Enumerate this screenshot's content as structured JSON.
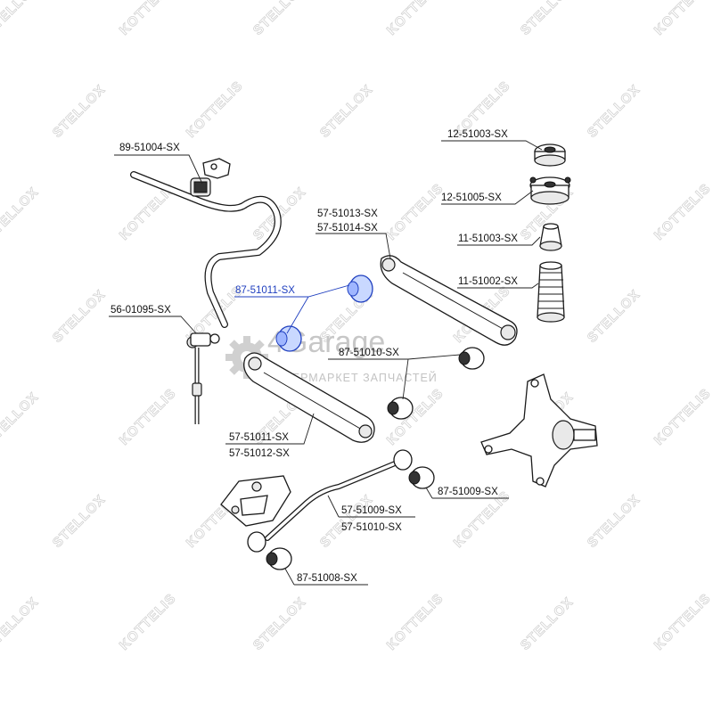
{
  "watermark": {
    "brand_a": "STELLOX",
    "brand_b": "KOTTELIS",
    "color": "#d2d2d2"
  },
  "logo": {
    "name": "4Garage",
    "tagline": "ГИПЕРМАРКЕТ ЗАПЧАСТЕЙ",
    "color": "#c5c5c5"
  },
  "highlight_color": "#1f3fbf",
  "labels": [
    {
      "id": "p89-51004",
      "lines": [
        "89-51004-SX"
      ],
      "highlight": false
    },
    {
      "id": "p12-51003",
      "lines": [
        "12-51003-SX"
      ],
      "highlight": false
    },
    {
      "id": "p12-51005",
      "lines": [
        "12-51005-SX"
      ],
      "highlight": false
    },
    {
      "id": "p57-51013",
      "lines": [
        "57-51013-SX",
        "57-51014-SX"
      ],
      "highlight": false
    },
    {
      "id": "p11-51003",
      "lines": [
        "11-51003-SX"
      ],
      "highlight": false
    },
    {
      "id": "p11-51002",
      "lines": [
        "11-51002-SX"
      ],
      "highlight": false
    },
    {
      "id": "p87-51011",
      "lines": [
        "87-51011-SX"
      ],
      "highlight": true
    },
    {
      "id": "p56-01095",
      "lines": [
        "56-01095-SX"
      ],
      "highlight": false
    },
    {
      "id": "p87-51010",
      "lines": [
        "87-51010-SX"
      ],
      "highlight": false
    },
    {
      "id": "p57-51011",
      "lines": [
        "57-51011-SX",
        "57-51012-SX"
      ],
      "highlight": false
    },
    {
      "id": "p87-51009",
      "lines": [
        "87-51009-SX"
      ],
      "highlight": false
    },
    {
      "id": "p57-51009",
      "lines": [
        "57-51009-SX",
        "57-51010-SX"
      ],
      "highlight": false
    },
    {
      "id": "p87-51008",
      "lines": [
        "87-51008-SX"
      ],
      "highlight": false
    }
  ]
}
